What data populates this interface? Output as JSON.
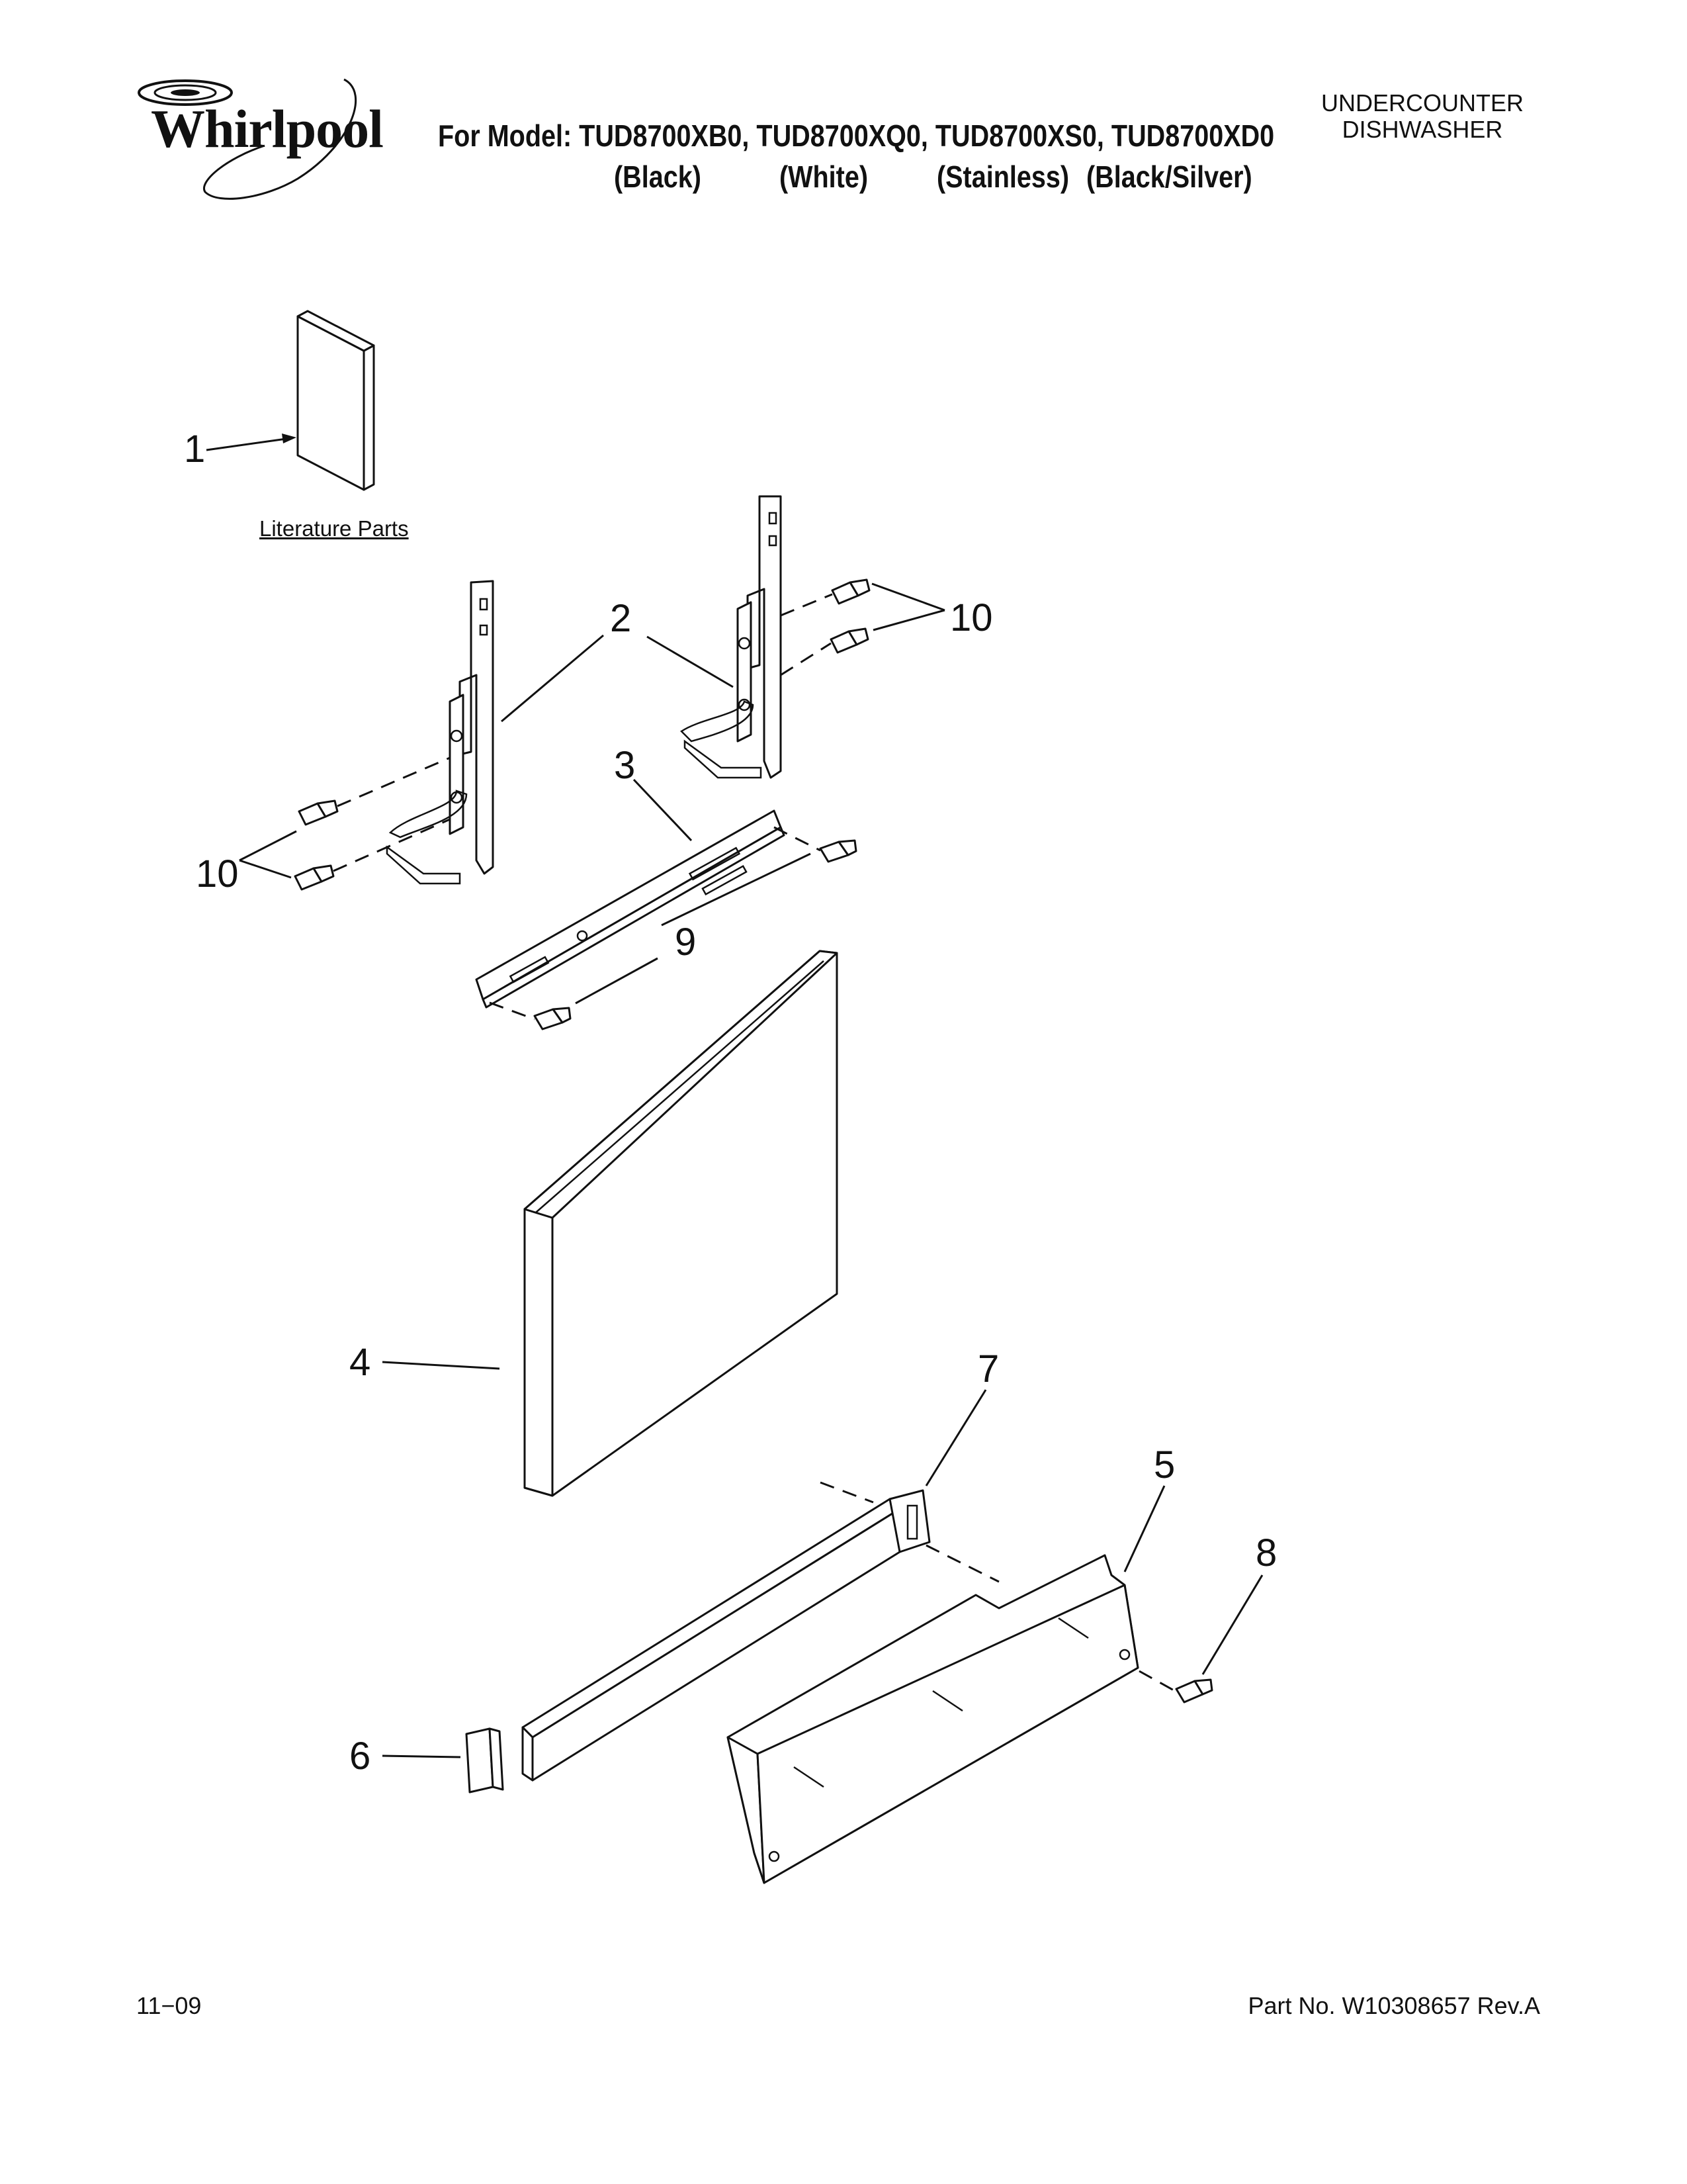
{
  "brand": {
    "name": "Whirlpool"
  },
  "header": {
    "model_line": "For Model: TUD8700XB0, TUD8700XQ0, TUD8700XS0, TUD8700XD0",
    "colors": [
      "(Black)",
      "(White)",
      "(Stainless)",
      "(Black/Silver)"
    ],
    "product_type": [
      "UNDERCOUNTER",
      "DISHWASHER"
    ]
  },
  "diagram": {
    "literature_label": "Literature Parts",
    "callouts": {
      "c1": "1",
      "c2": "2",
      "c3": "3",
      "c4": "4",
      "c5": "5",
      "c6": "6",
      "c7": "7",
      "c8": "8",
      "c9": "9",
      "c10_left": "10",
      "c10_right": "10"
    }
  },
  "footer": {
    "date": "11−09",
    "part_number": "Part No. W10308657 Rev.A"
  }
}
